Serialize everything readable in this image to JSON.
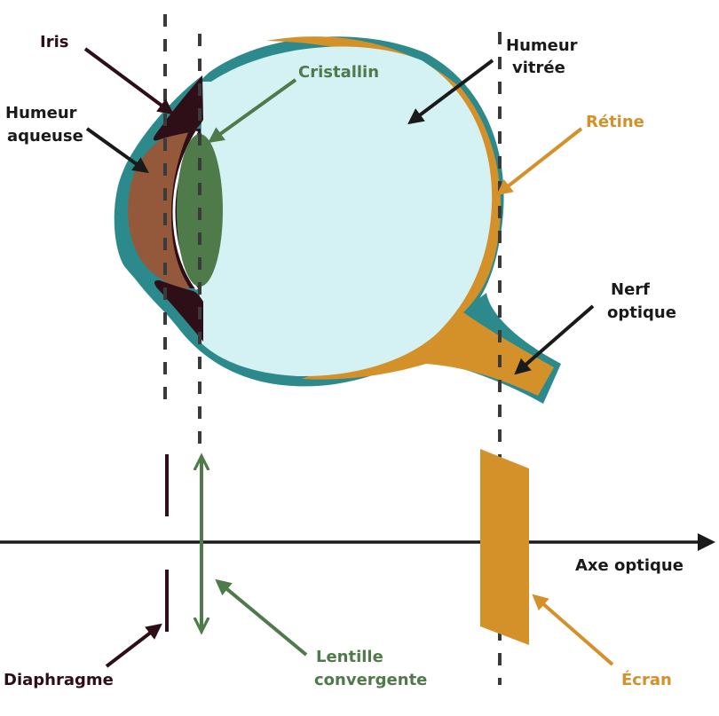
{
  "labels": {
    "iris": "Iris",
    "humeur_aqueuse_1": "Humeur",
    "humeur_aqueuse_2": "aqueuse",
    "cristallin": "Cristallin",
    "humeur_vitree_1": "Humeur",
    "humeur_vitree_2": "vitrée",
    "retine": "Rétine",
    "nerf_optique_1": "Nerf",
    "nerf_optique_2": "optique",
    "axe_optique": "Axe optique",
    "diaphragme": "Diaphragme",
    "lentille_1": "Lentille",
    "lentille_2": "convergente",
    "ecran": "Écran"
  },
  "colors": {
    "outline_teal": "#2d8a8c",
    "vitreous": "#d4f1f4",
    "retina_orange": "#d4912a",
    "lens_green": "#4f7a4a",
    "aqueous_brown": "#94583a",
    "iris_dark": "#2e0f18",
    "axis_black": "#1a1a1a",
    "dashed_gray": "#3a3a3a"
  }
}
